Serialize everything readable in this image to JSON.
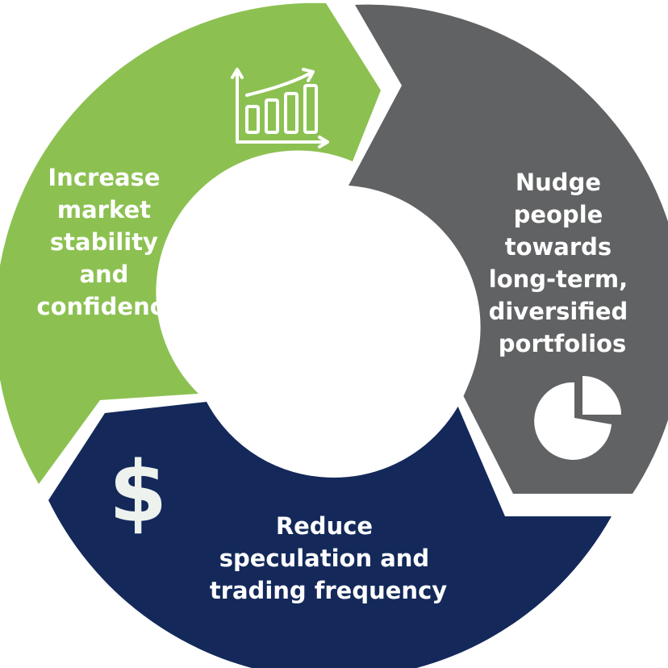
{
  "diagram": {
    "colors": {
      "green": "#8cc152",
      "gray": "#616264",
      "navy": "#14295a",
      "background": "#ffffff",
      "icon_dark": "#eef2ee"
    },
    "segments": [
      {
        "id": "stability",
        "color": "green",
        "icon": "bar-chart-growth-icon",
        "lines": [
          "Increase",
          "market",
          "stability",
          "and",
          "confidence"
        ]
      },
      {
        "id": "nudge",
        "color": "gray",
        "icon": "pie-chart-icon",
        "lines": [
          "Nudge",
          "people",
          "towards",
          "long-term,",
          "diversified",
          "portfolios"
        ]
      },
      {
        "id": "reduce",
        "color": "navy",
        "icon": "dollar-sign-icon",
        "lines": [
          "Reduce",
          "speculation and",
          "trading frequency"
        ]
      }
    ]
  }
}
